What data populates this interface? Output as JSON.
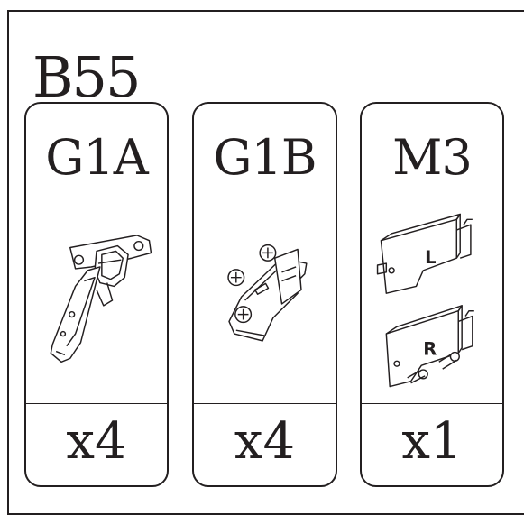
{
  "sheet": {
    "title": "B55",
    "line_color": "#231f20",
    "items": [
      {
        "code": "G1A",
        "quantity": "x4",
        "icon": "cabinet-hinge-icon"
      },
      {
        "code": "G1B",
        "quantity": "x4",
        "icon": "hinge-mounting-plate-icon"
      },
      {
        "code": "M3",
        "quantity": "x1",
        "icon": "drawer-bracket-pair-icon",
        "part_labels": [
          "L",
          "R"
        ]
      }
    ]
  }
}
